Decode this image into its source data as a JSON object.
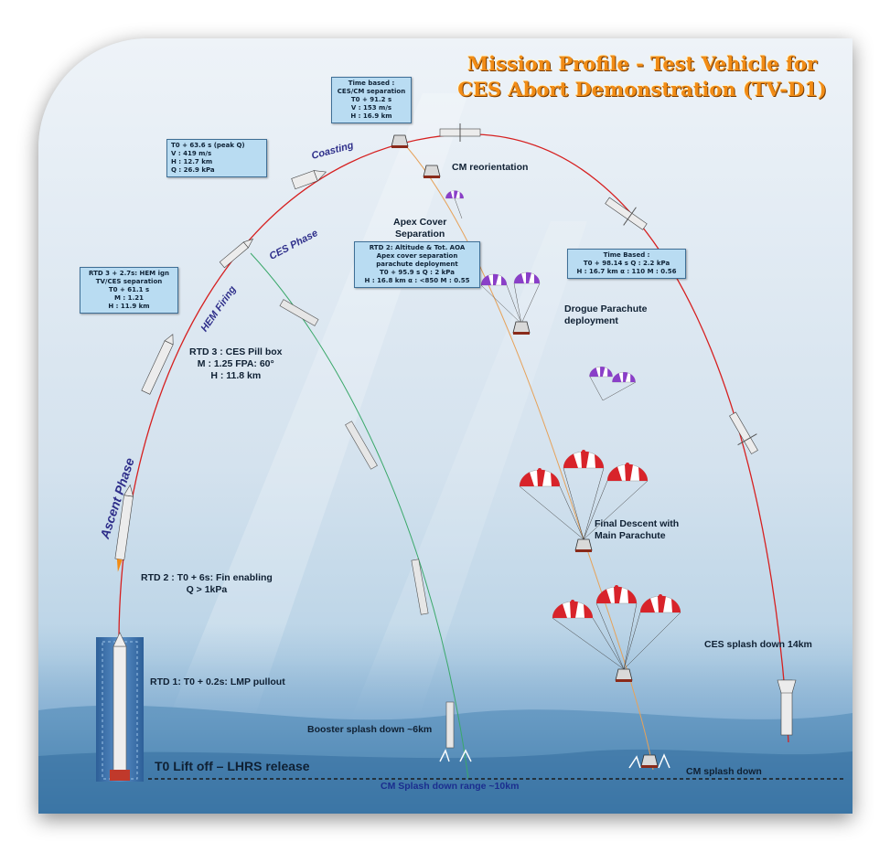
{
  "title": {
    "line1": "Mission Profile - Test Vehicle for",
    "line2": "CES Abort Demonstration (TV-D1)"
  },
  "boxes": {
    "time_ces_cm": "Time based :\nCES/CM separation\nT0 + 91.2 s\nV : 153 m/s\nH : 16.9 km",
    "peak_q": "T0 + 63.6 s (peak Q)\nV : 419 m/s\nH : 12.7 km\nQ : 26.9 kPa",
    "rtd3_hem": "RTD 3 + 2.7s:  HEM ign\nTV/CES separation\nT0 + 61.1 s\nM : 1.21\nH : 11.9 km",
    "rtd2_alt": "RTD 2: Altitude & Tot. AOA\nApex cover separation\nparachute deployment\nT0 + 95.9 s      Q : 2 kPa\nH : 16.8 km    α : <850  M : 0.55",
    "time_based_right": "Time Based :\nT0 + 98.14 s   Q : 2.2 kPa\nH : 16.7 km  α : 110  M : 0.56"
  },
  "labels": {
    "cm_reorientation": "CM reorientation",
    "apex_cover": "Apex Cover\nSeparation",
    "drogue": "Drogue Parachute\ndeployment",
    "final_descent": "Final Descent with\nMain Parachute",
    "rtd3_pill": "RTD 3 :  CES Pill box\nM : 1.25 FPA: 60°\nH : 11.8 km",
    "rtd2_fin": "RTD 2 : T0 + 6s:  Fin enabling\nQ > 1kPa",
    "rtd1": "RTD 1: T0 + 0.2s:  LMP pullout",
    "booster_splash": "Booster splash down ~6km",
    "ces_splash": "CES splash down 14km",
    "cm_splash": "CM splash down"
  },
  "phases": {
    "coasting": "Coasting",
    "ces_phase": "CES Phase",
    "hem_firing": "HEM Firing",
    "ascent_phase": "Ascent Phase"
  },
  "footer": {
    "t0_liftoff": "T0 Lift off – LHRS release",
    "cm_range": "CM Splash down range ~10km"
  },
  "colors": {
    "title_orange": "#f28c16",
    "trajectory_red": "#d62020",
    "ces_green": "#3aa86a",
    "cm_orange": "#e6a25a",
    "box_fill": "#b9dcf2",
    "phase_blue": "#2e2e8a",
    "parachute_red": "#d8232a",
    "drogue_purple": "#8a3fc8"
  },
  "icons": [
    "launch-vehicle-icon",
    "crew-module-icon",
    "ces-tower-icon",
    "booster-icon",
    "parachute-icon",
    "drogue-parachute-icon",
    "splash-icon"
  ]
}
